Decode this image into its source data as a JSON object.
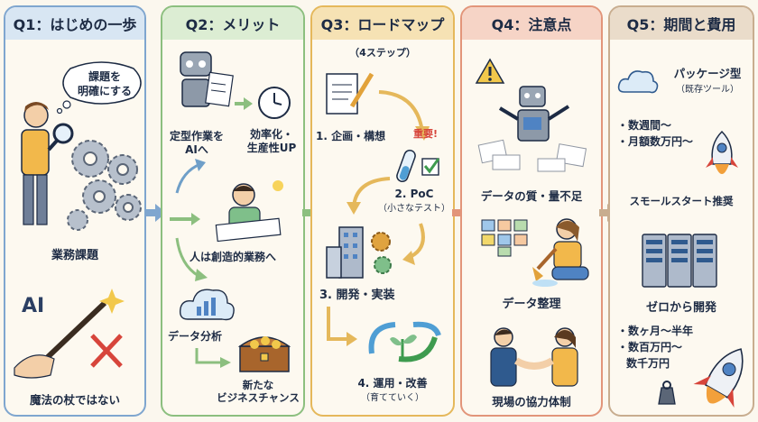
{
  "colors": {
    "q1": "#7fa6cf",
    "q2": "#8cbf7f",
    "q3": "#e5b85b",
    "q4": "#e2957a",
    "q5": "#c8ad8f"
  },
  "q1": {
    "header": "Q1：はじめの一歩",
    "bubble_line1": "課題を",
    "bubble_line2": "明確にする",
    "caption1": "業務課題",
    "ai_text": "AI",
    "caption2": "魔法の杖ではない"
  },
  "q2": {
    "header": "Q2：メリット",
    "task": "定型作業を",
    "task2": "AIへ",
    "effect": "効率化・",
    "effect2": "生産性UP",
    "human": "人は創造的業務へ",
    "data": "データ分析",
    "new1": "新たな",
    "new2": "ビジネスチャンス"
  },
  "q3": {
    "header": "Q3：ロードマップ",
    "subtitle": "（4ステップ）",
    "step1": "1. 企画・構想",
    "important": "重要!",
    "step2": "2. PoC",
    "step2_sub": "（小さなテスト）",
    "step3": "3. 開発・実装",
    "step4": "4. 運用・改善",
    "step4_sub": "（育てていく）"
  },
  "q4": {
    "header": "Q4：注意点",
    "caption1": "データの質・量不足",
    "caption2": "データ整理",
    "caption3": "現場の協力体制"
  },
  "q5": {
    "header": "Q5：期間と費用",
    "pkg": "パッケージ型",
    "pkg_sub": "（既存ツール）",
    "b1": "・数週間〜",
    "b2": "・月額数万円〜",
    "small": "スモールスタート推奨",
    "zero": "ゼロから開発",
    "c1": "・数ヶ月〜半年",
    "c2": "・数百万円〜",
    "c3": "数千万円"
  }
}
